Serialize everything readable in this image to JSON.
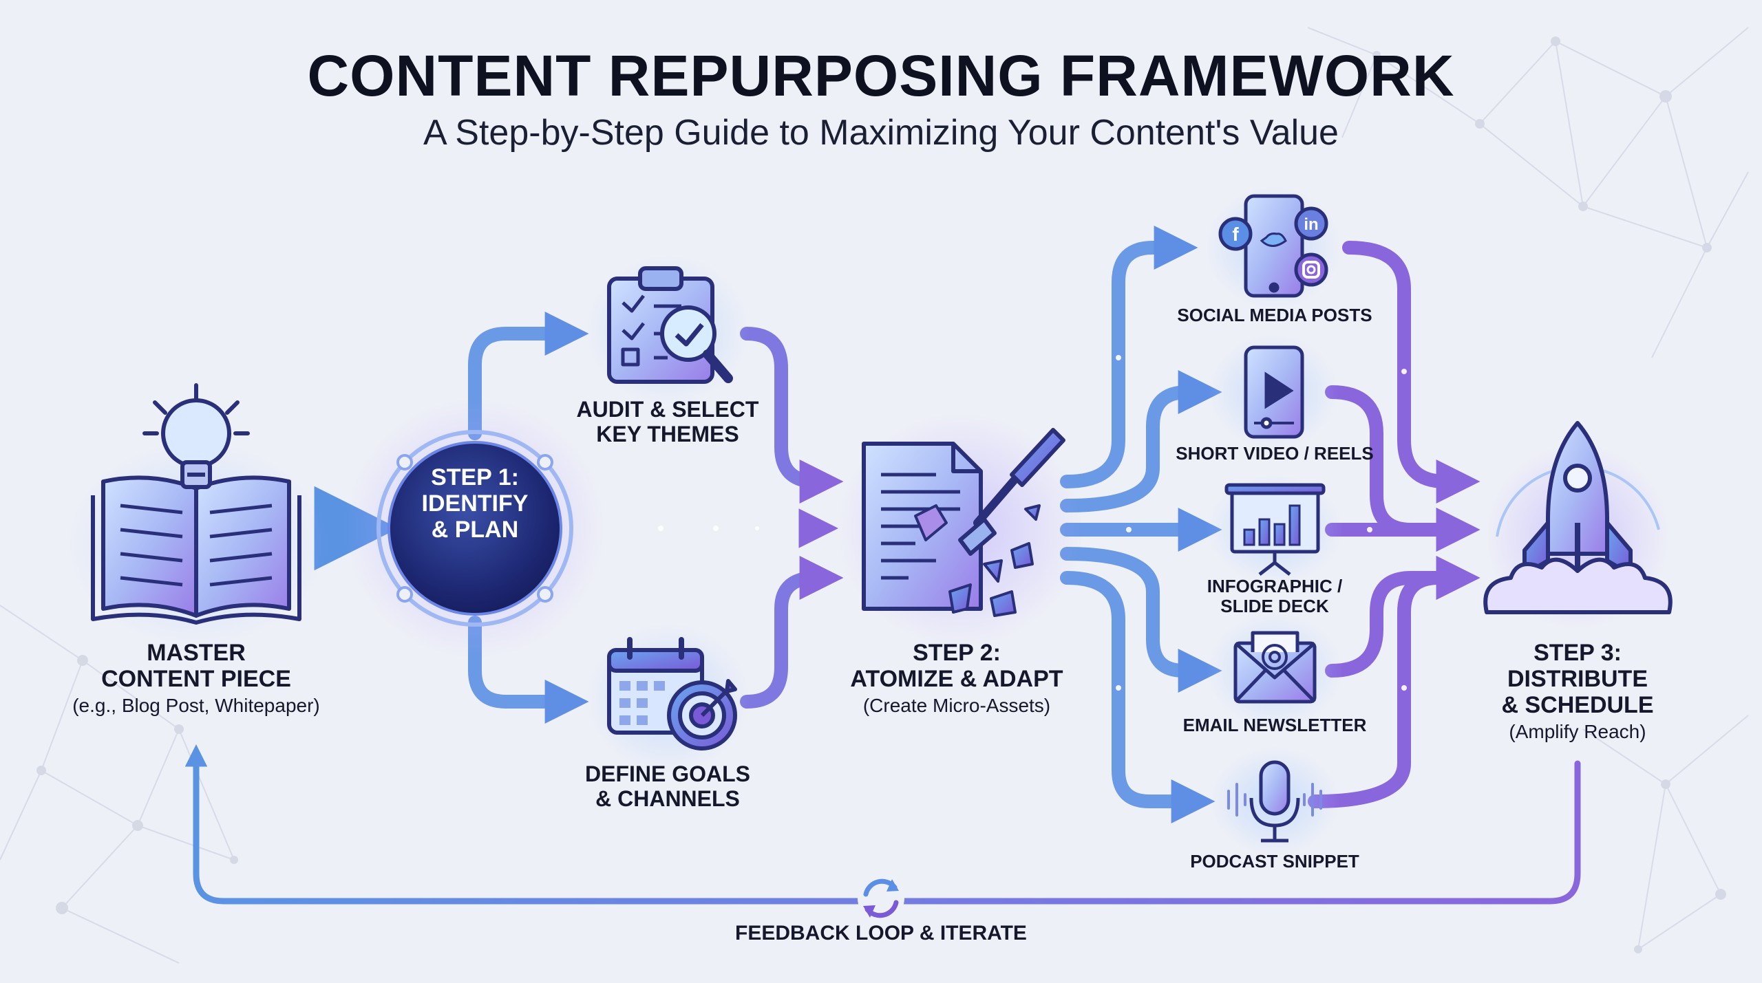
{
  "header": {
    "title": "CONTENT REPURPOSING FRAMEWORK",
    "subtitle": "A Step-by-Step Guide to Maximizing Your Content's Value"
  },
  "master": {
    "line1": "MASTER",
    "line2": "CONTENT PIECE",
    "example": "(e.g., Blog Post, Whitepaper)"
  },
  "step1": {
    "line1": "STEP 1:",
    "line2": "IDENTIFY",
    "line3": "& PLAN"
  },
  "audit": {
    "line1": "AUDIT & SELECT",
    "line2": "KEY THEMES"
  },
  "goals": {
    "line1": "DEFINE GOALS",
    "line2": "& CHANNELS"
  },
  "step2": {
    "line1": "STEP 2:",
    "line2": "ATOMIZE & ADAPT",
    "note": "(Create Micro-Assets)"
  },
  "assets": {
    "social": "SOCIAL MEDIA POSTS",
    "video": "SHORT VIDEO / REELS",
    "infographic_line1": "INFOGRAPHIC /",
    "infographic_line2": "SLIDE DECK",
    "email": "EMAIL NEWSLETTER",
    "podcast": "PODCAST SNIPPET",
    "social_badges": {
      "facebook": "f",
      "linkedin": "in"
    }
  },
  "step3": {
    "line1": "STEP 3:",
    "line2": "DISTRIBUTE",
    "line3": "& SCHEDULE",
    "note": "(Amplify Reach)"
  },
  "feedback": {
    "label": "FEEDBACK LOOP & ITERATE"
  },
  "colors": {
    "arrow_blue": "#5b93e3",
    "arrow_purple": "#8a66dd",
    "icon_stroke": "#2a2f7a",
    "circle_dark": "#1c2670"
  },
  "icons": {
    "master": "open-book-lightbulb-icon",
    "audit": "clipboard-magnifier-icon",
    "goals": "calendar-target-icon",
    "step2": "document-chisel-icon",
    "social": "phone-social-icon",
    "video": "phone-play-icon",
    "infographic": "presentation-board-icon",
    "email": "envelope-at-icon",
    "podcast": "microphone-icon",
    "step3": "rocket-icon",
    "feedback": "refresh-icon"
  }
}
